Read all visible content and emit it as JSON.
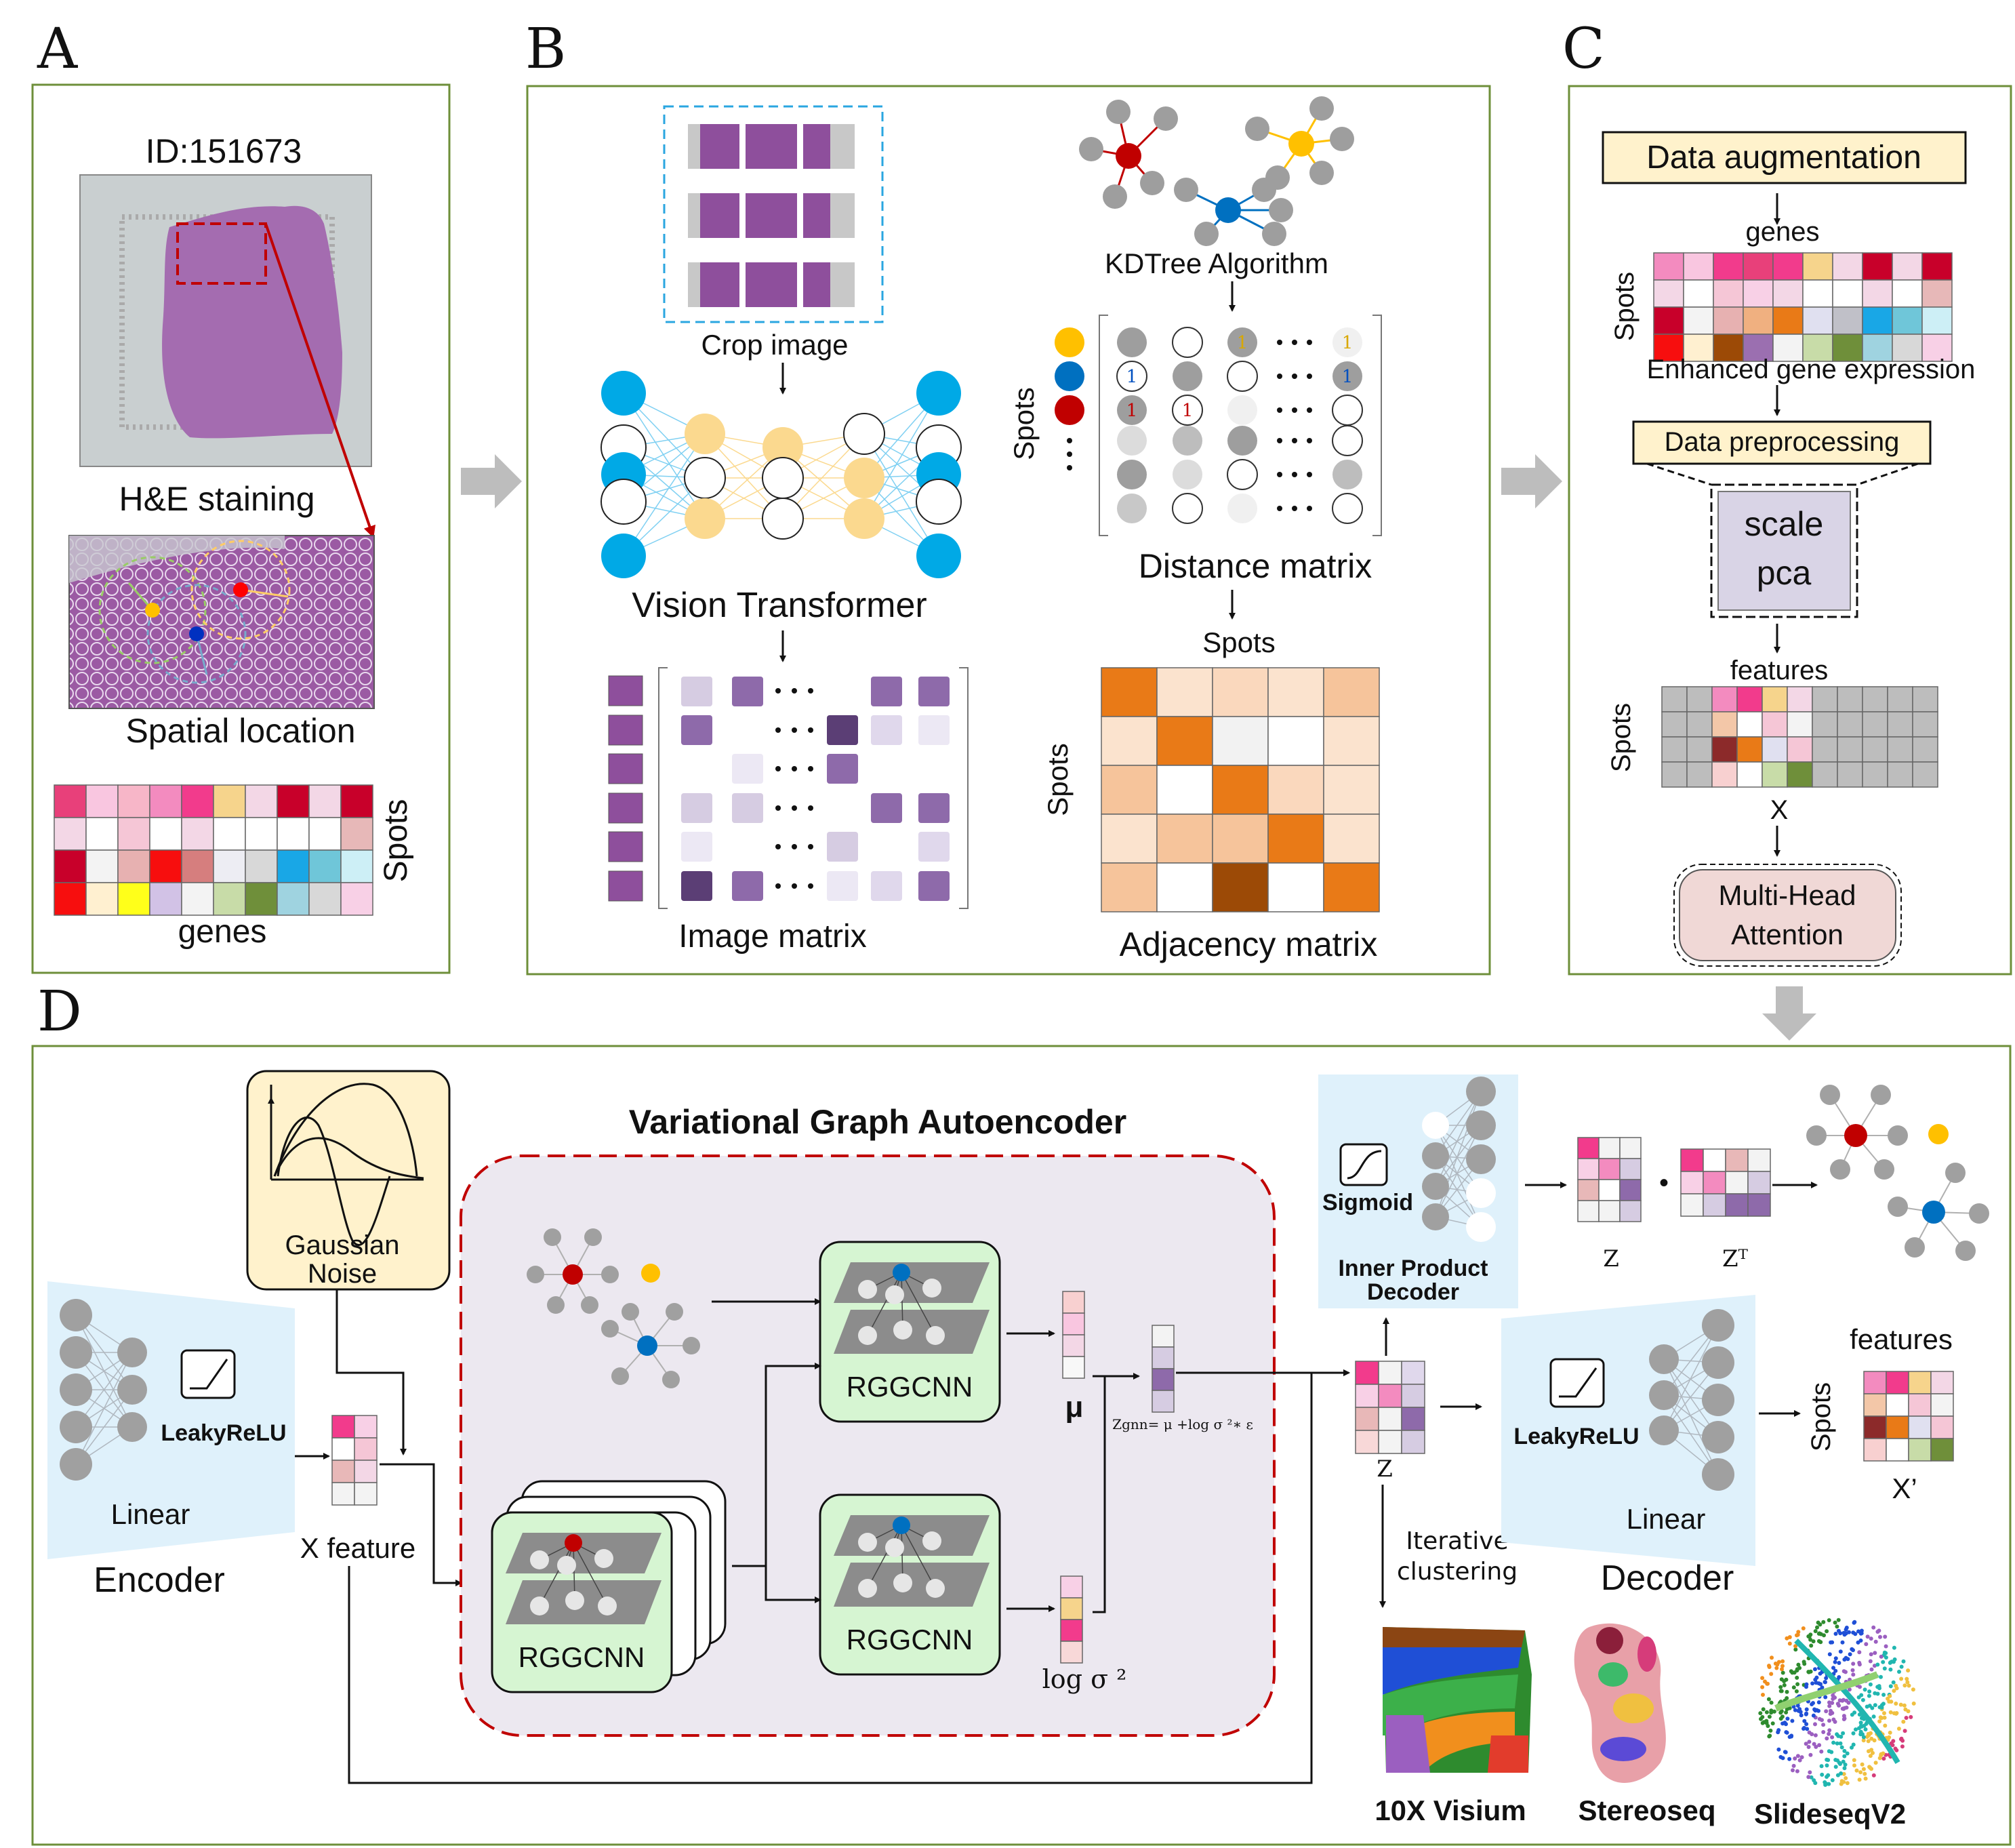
{
  "panel_letters": {
    "a": "A",
    "b": "B",
    "c": "C",
    "d": "D"
  },
  "panel_a": {
    "sample_id": "ID:151673",
    "he_caption": "H&E staining",
    "spatial_caption": "Spatial location",
    "matrix_spots_label": "Spots",
    "matrix_genes_label": "genes"
  },
  "panel_b": {
    "crop_caption": "Crop image",
    "vit_caption": "Vision Transformer",
    "image_matrix_caption": "Image matrix",
    "kdtree_caption": "KDTree Algorithm",
    "distance_spots_label": "Spots",
    "distance_caption": "Distance matrix",
    "adj_top_label": "Spots",
    "adj_side_label": "Spots",
    "adj_caption": "Adjacency matrix",
    "distance_one": "1"
  },
  "panel_c": {
    "augmentation_label": "Data augmentation",
    "genes_label": "genes",
    "spots_label": "Spots",
    "enhanced_label": "Enhanced gene expression",
    "preprocessing_label": "Data preprocessing",
    "scale_label": "scale",
    "pca_label": "pca",
    "features_label": "features",
    "features_spots_label": "Spots",
    "x_label": "X",
    "attention_line1": "Multi-Head",
    "attention_line2": "Attention"
  },
  "panel_d": {
    "title": "Variational Graph Autoencoder",
    "noise_line1": "Gaussian",
    "noise_line2": "Noise",
    "encoder_activation": "LeakyReLU",
    "encoder_linear": "Linear",
    "encoder_label": "Encoder",
    "x_feature_label": "X feature",
    "rggcnn_label": "RGGCNN",
    "mu_label": "μ",
    "logsigma_label": "log σ ²",
    "zgnn_formula": "Zgnn= μ +log σ ²∗ ε",
    "sigmoid_label": "Sigmoid",
    "inner_line1": "Inner Product",
    "inner_line2": "Decoder",
    "z_label": "Z",
    "zt_label": "Zᵀ",
    "dot": "•",
    "z_center_label": "Z",
    "decoder_activation": "LeakyReLU",
    "decoder_linear": "Linear",
    "decoder_label": "Decoder",
    "features_label": "features",
    "spots_label": "Spots",
    "xprime_label": "X’",
    "clustering_line1": "Iterative",
    "clustering_line2": "clustering",
    "platforms": [
      "10X Visium",
      "Stereoseq",
      "SlideseqV2"
    ]
  },
  "colors": {
    "panel_border": "#6e8f3a",
    "arrow_gray": "#bdbdbd",
    "vit_blue": "#00a9e6",
    "vit_yellow": "#fbd98f",
    "node_red": "#c00000",
    "node_yellow": "#ffc000",
    "node_blue": "#0070c0",
    "adj_orange": "#e97a17",
    "vgae_border": "#c00000",
    "rggcnn_fill": "#d6f5d2"
  }
}
